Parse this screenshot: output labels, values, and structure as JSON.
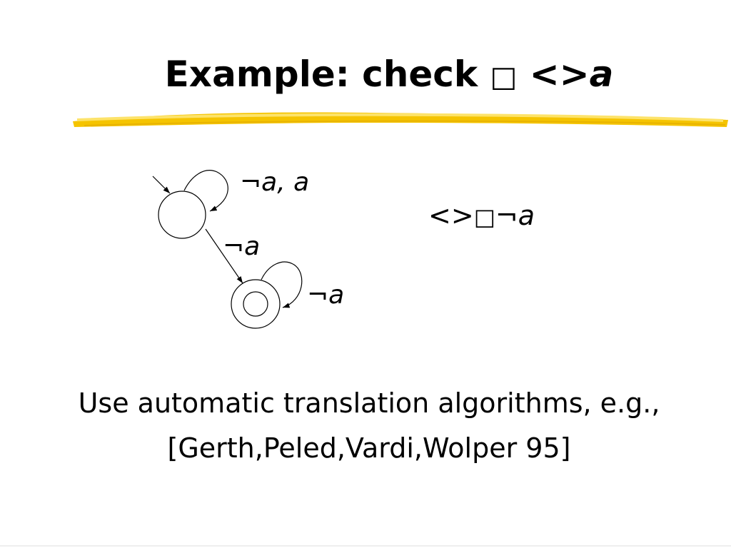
{
  "title": {
    "prefix": "Example:  check  ",
    "symbol": "□",
    "operator": " <>",
    "variable": "a"
  },
  "diagram": {
    "loop_label_neg": "¬",
    "loop_label_text": "a, a",
    "edge_label_neg": "¬",
    "edge_label_var": "a",
    "accept_loop_neg": "¬",
    "accept_loop_var": "a"
  },
  "formula": {
    "prefix": "<>",
    "symbol": "□",
    "neg": "¬",
    "var": "a"
  },
  "body": {
    "line1": "Use automatic translation algorithms, e.g.,",
    "line2": "[Gerth,Peled,Vardi,Wolper 95]"
  },
  "colors": {
    "highlight": "#f5c400",
    "highlight_light": "#fde36a"
  }
}
